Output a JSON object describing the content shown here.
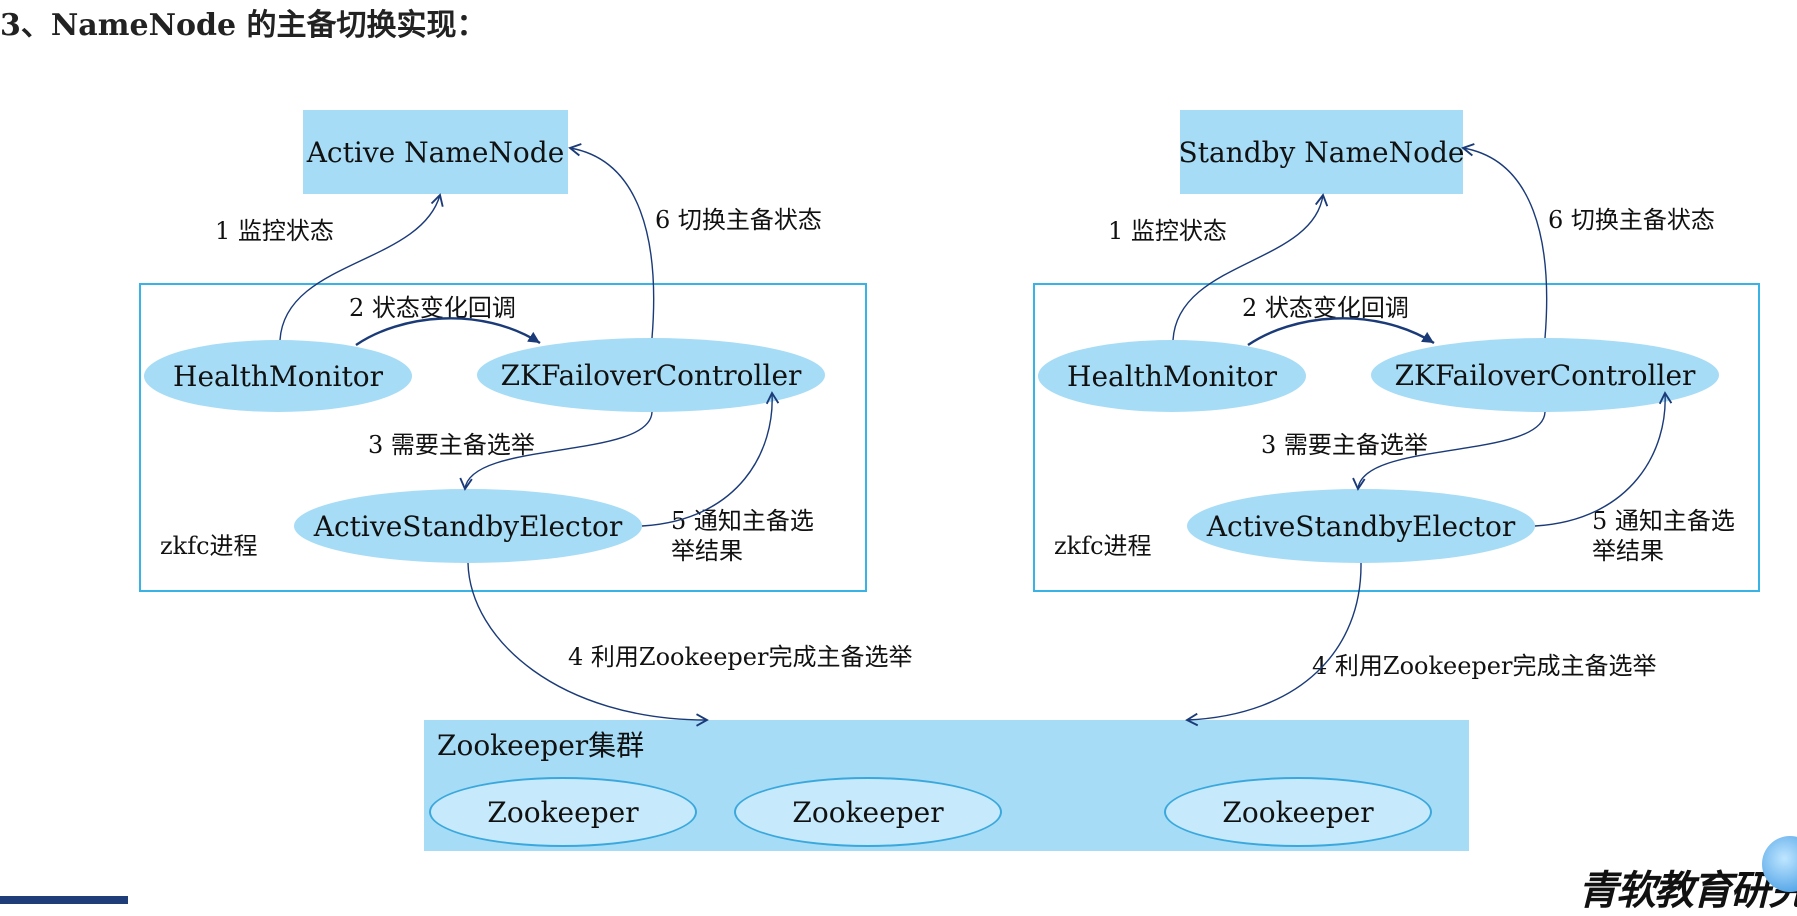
{
  "title": "3、NameNode 的主备切换实现：",
  "left": {
    "namenode": "Active NameNode",
    "process_label": "zkfc进程",
    "health_monitor": "HealthMonitor",
    "zkfc": "ZKFailoverController",
    "elector": "ActiveStandbyElector",
    "step1": "1 监控状态",
    "step2": "2 状态变化回调",
    "step3": "3 需要主备选举",
    "step4": "4 利用Zookeeper完成主备选举",
    "step5_line1": "5 通知主备选",
    "step5_line2": "举结果",
    "step6": "6 切换主备状态"
  },
  "right": {
    "namenode": "Standby NameNode",
    "process_label": "zkfc进程",
    "health_monitor": "HealthMonitor",
    "zkfc": "ZKFailoverController",
    "elector": "ActiveStandbyElector",
    "step1": "1 监控状态",
    "step2": "2 状态变化回调",
    "step3": "3 需要主备选举",
    "step4": "4 利用Zookeeper完成主备选举",
    "step5_line1": "5 通知主备选",
    "step5_line2": "举结果",
    "step6": "6 切换主备状态"
  },
  "cluster": {
    "label": "Zookeeper集群",
    "nodes": [
      "Zookeeper",
      "Zookeeper",
      "Zookeeper"
    ]
  },
  "logo": "青软教育研究院",
  "colors": {
    "box_fill": "#a6dcf6",
    "process_border": "#39b3e6",
    "arrow": "#1a3a78",
    "footer_bar": "#1f3e79"
  }
}
